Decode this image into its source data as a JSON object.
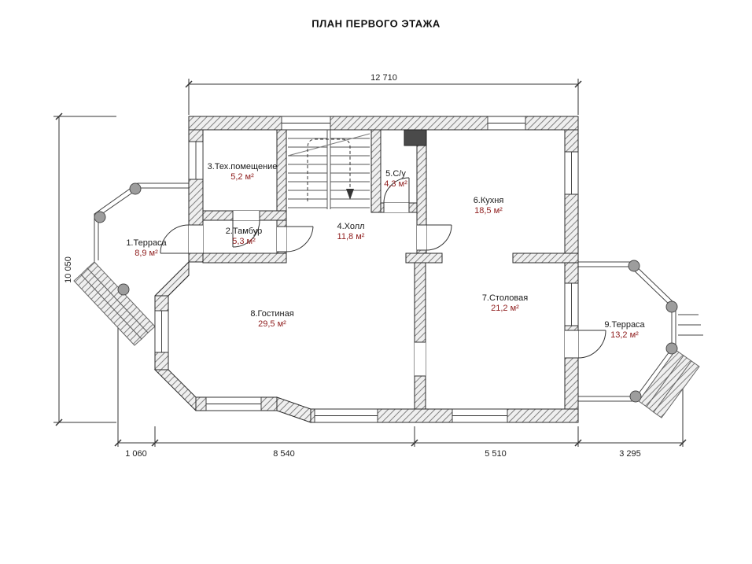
{
  "title": "ПЛАН ПЕРВОГО ЭТАЖА",
  "dimensions": {
    "top_width": "12 710",
    "left_height": "10 050",
    "bottom_segments": [
      "1 060",
      "8 540",
      "5 510",
      "3 295"
    ]
  },
  "rooms": [
    {
      "name": "1.Терраса",
      "area": "8,9 м²"
    },
    {
      "name": "2.Тамбур",
      "area": "5,3 м²"
    },
    {
      "name": "3.Тех.помещение",
      "area": "5,2 м²"
    },
    {
      "name": "4.Холл",
      "area": "11,8 м²"
    },
    {
      "name": "5.С/у",
      "area": "4,3 м²"
    },
    {
      "name": "6.Кухня",
      "area": "18,5 м²"
    },
    {
      "name": "7.Столовая",
      "area": "21,2 м²"
    },
    {
      "name": "8.Гостиная",
      "area": "29,5 м²"
    },
    {
      "name": "9.Терраса",
      "area": "13,2 м²"
    }
  ],
  "colors": {
    "background": "#ffffff",
    "drawing_line": "#2a2a2a",
    "wall_fill": "#efefef",
    "wall_hatch_line": "#808080",
    "room_name_text": "#1a1a1a",
    "room_area_text": "#8e1b1b",
    "column_fill": "#9d9d9d"
  }
}
